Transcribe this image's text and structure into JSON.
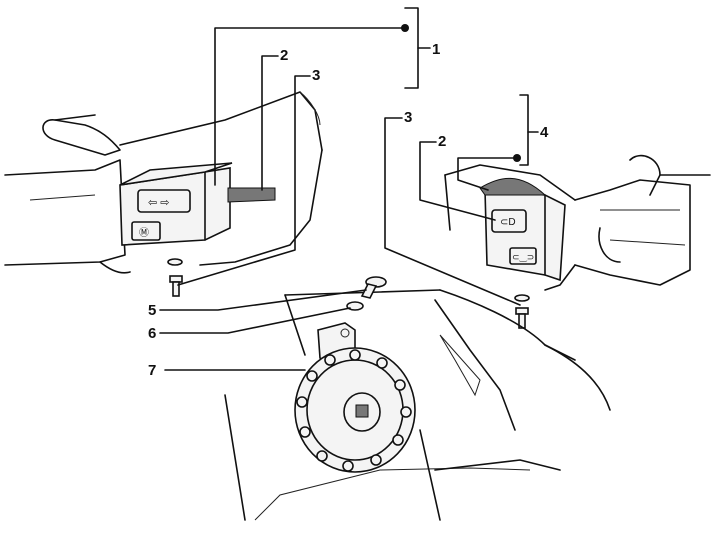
{
  "labels": {
    "l1": "1",
    "l2a": "2",
    "l3a": "3",
    "l3b": "3",
    "l2b": "2",
    "l4": "4",
    "l5": "5",
    "l6": "6",
    "l7": "7"
  },
  "switch_left": {
    "button_top": "⇦ ⇨",
    "button_bottom": "Ⓜ"
  },
  "switch_right": {
    "button_top": "⊂D",
    "button_bottom": "⊂‿⊃"
  },
  "colors": {
    "line": "#111111",
    "background": "#ffffff"
  }
}
